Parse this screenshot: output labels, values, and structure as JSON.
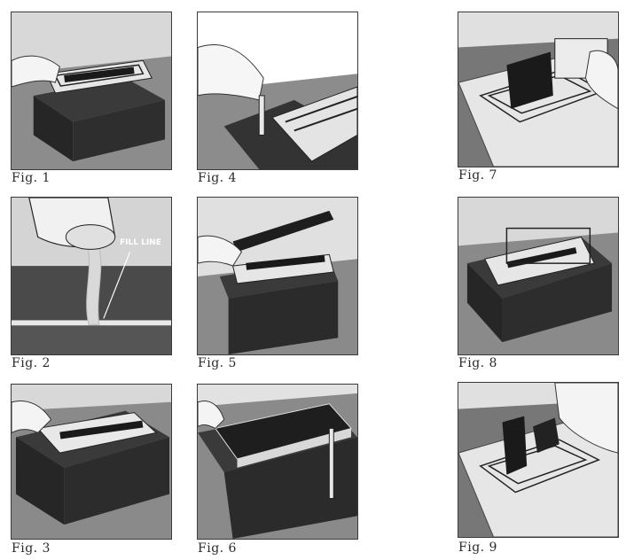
{
  "figures": [
    {
      "id": "fig1",
      "caption": "Fig. 1"
    },
    {
      "id": "fig2",
      "caption": "Fig. 2",
      "callout": "FILL LINE"
    },
    {
      "id": "fig3",
      "caption": "Fig. 3"
    },
    {
      "id": "fig4",
      "caption": "Fig. 4"
    },
    {
      "id": "fig5",
      "caption": "Fig. 5"
    },
    {
      "id": "fig6",
      "caption": "Fig. 6"
    },
    {
      "id": "fig7",
      "caption": "Fig. 7"
    },
    {
      "id": "fig8",
      "caption": "Fig. 8"
    },
    {
      "id": "fig9",
      "caption": "Fig. 9"
    }
  ],
  "colors": {
    "tray": "#2b2b2b",
    "table": "#8a8a8a",
    "wall": "#dcdcdc",
    "metal": "#cfcfcf",
    "wick": "#1e1e1e"
  }
}
